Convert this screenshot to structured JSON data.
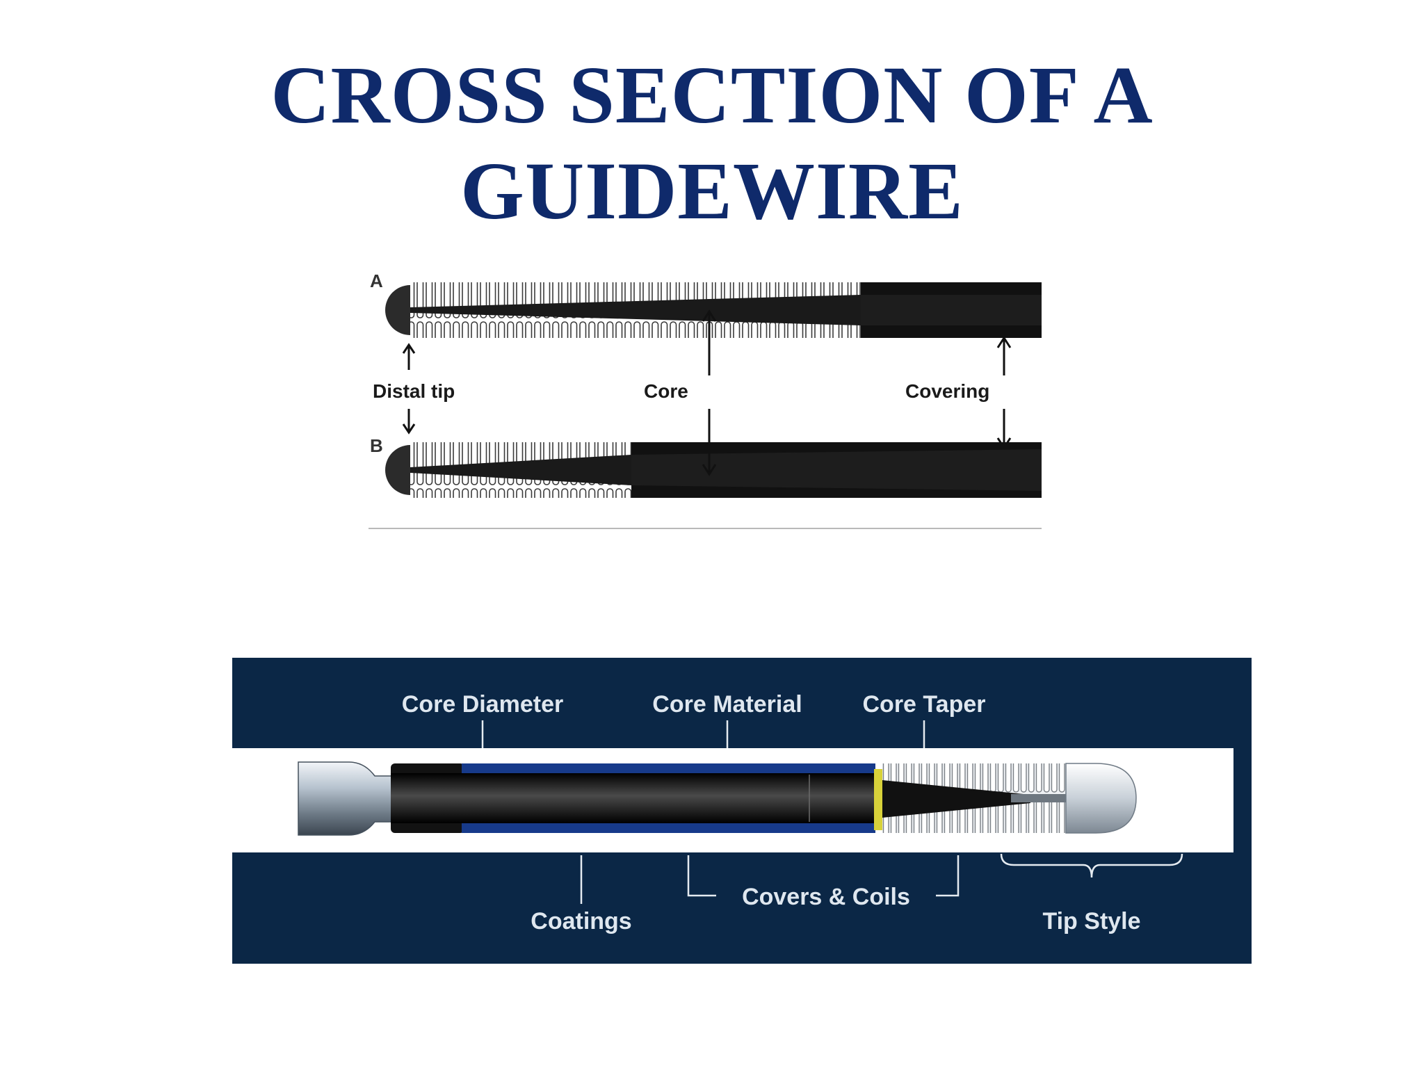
{
  "title": {
    "line1": "CROSS SECTION OF A",
    "line2": "GUIDEWIRE"
  },
  "figure_a": {
    "panel_labels": {
      "a": "A",
      "b": "B"
    },
    "labels": {
      "distal_tip": "Distal tip",
      "core": "Core",
      "covering": "Covering"
    }
  },
  "figure_b": {
    "labels": {
      "core_diameter": "Core Diameter",
      "core_material": "Core Material",
      "core_taper": "Core Taper",
      "coatings": "Coatings",
      "covers_coils": "Covers & Coils",
      "tip_style": "Tip Style"
    }
  },
  "colors": {
    "title": "#0f2a6b",
    "panel_background": "#0b2746",
    "panel_text": "#dfe7ef",
    "wire_black": "#111111",
    "coating_blue": "#173a8a"
  }
}
